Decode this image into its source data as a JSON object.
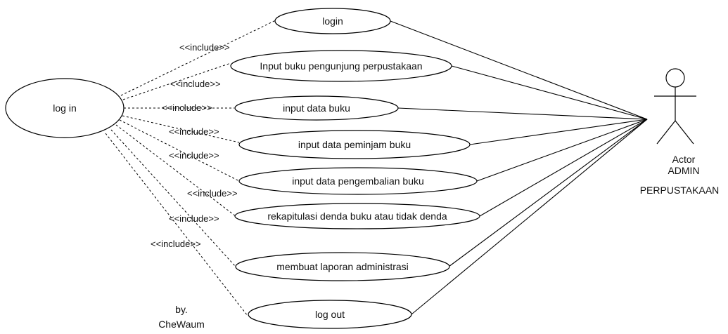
{
  "diagram": {
    "main_use_case": "log in",
    "use_cases": [
      "login",
      "Input buku pengunjung perpustakaan",
      "input data buku",
      "input data peminjam buku",
      "input data pengembalian buku",
      "rekapitulasi denda buku atau tidak denda",
      "membuat laporan administrasi",
      "log out"
    ],
    "include_label": "<<include>>",
    "actor": {
      "label": "Actor",
      "name_line1": "ADMIN",
      "name_line2": "PERPUSTAKAAN"
    },
    "credit": {
      "line1": "by.",
      "line2": "CheWaum"
    }
  }
}
